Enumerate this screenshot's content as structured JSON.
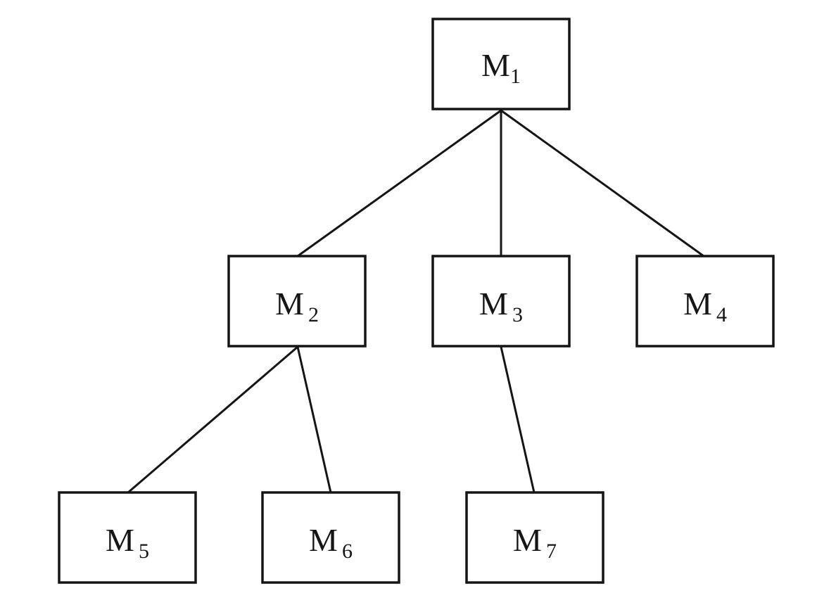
{
  "nodes": [
    {
      "id": "m1",
      "letter": "M",
      "sub": "1"
    },
    {
      "id": "m2",
      "letter": "M",
      "sub": "2"
    },
    {
      "id": "m3",
      "letter": "M",
      "sub": "3"
    },
    {
      "id": "m4",
      "letter": "M",
      "sub": "4"
    },
    {
      "id": "m5",
      "letter": "M",
      "sub": "5"
    },
    {
      "id": "m6",
      "letter": "M",
      "sub": "6"
    },
    {
      "id": "m7",
      "letter": "M",
      "sub": "7"
    }
  ],
  "edges": [
    {
      "from": "m1",
      "to": "m2"
    },
    {
      "from": "m1",
      "to": "m3"
    },
    {
      "from": "m1",
      "to": "m4"
    },
    {
      "from": "m2",
      "to": "m5"
    },
    {
      "from": "m2",
      "to": "m6"
    },
    {
      "from": "m3",
      "to": "m7"
    }
  ],
  "colors": {
    "ink": "#151515",
    "background": "#ffffff"
  }
}
